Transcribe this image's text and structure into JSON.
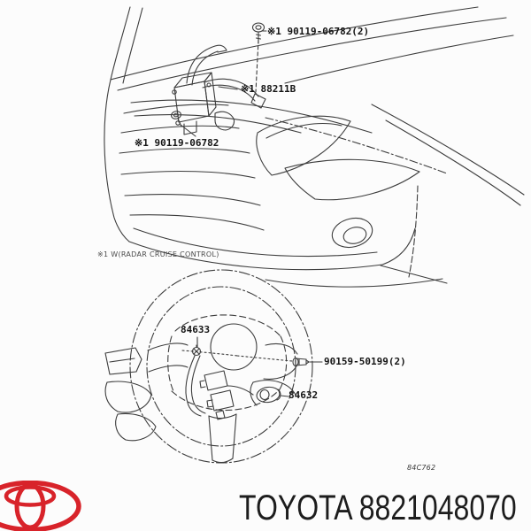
{
  "page": {
    "background": "#fcfcfc"
  },
  "top_diagram": {
    "description": "front-bumper-radar-sensor-drawing",
    "labels": {
      "bolt_upper": "※1 90119-06782(2)",
      "radar_sensor": "※1 88211B",
      "bolt_lower": "※1 90119-06782"
    },
    "footnote": "※1 W(RADAR CRUISE CONTROL)"
  },
  "bottom_diagram": {
    "description": "steering-wheel-sensor-drawing",
    "labels": {
      "spiral_cable": "84633",
      "screw": "90159-50199(2)",
      "switch": "84632"
    },
    "figure_code": "84C762"
  },
  "footer": {
    "title": "TOYOTA 8821048070",
    "logo": "toyota-emblem",
    "logo_color": "#d8232a",
    "text_color": "#1d1d1d"
  },
  "colors": {
    "line_art": "#3d3d3d",
    "label_text": "#141414",
    "footnote_text": "#4a4a4a"
  }
}
